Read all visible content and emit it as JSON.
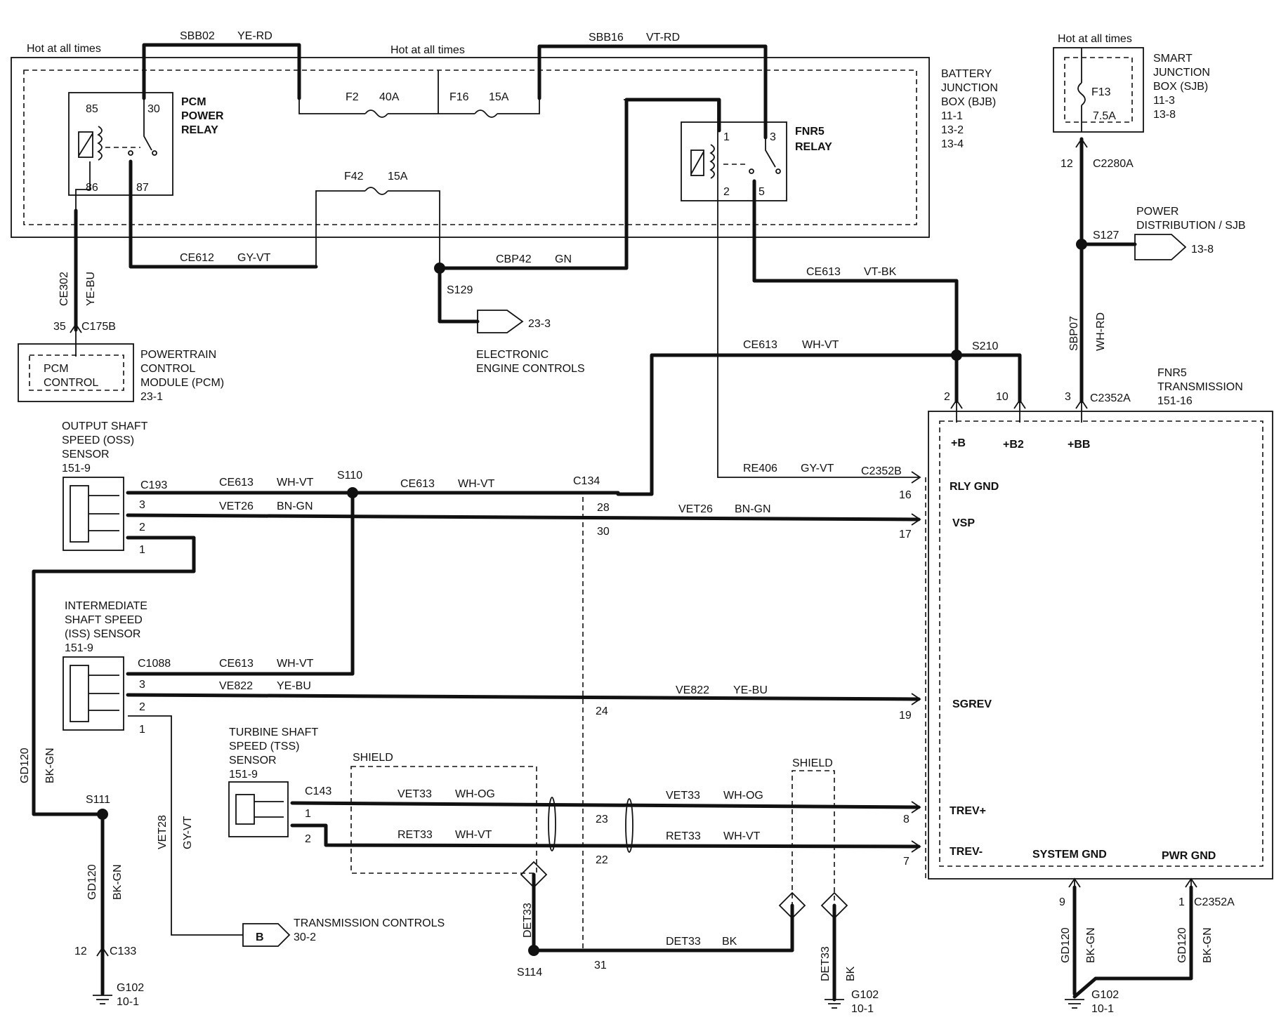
{
  "top": {
    "hot_left": "Hot at all times",
    "hot_mid": "Hot at all times",
    "hot_right": "Hot at all times",
    "sbb02": "SBB02",
    "sbb02_color": "YE-RD",
    "sbb16": "SBB16",
    "sbb16_color": "VT-RD"
  },
  "bjb": {
    "label": [
      "BATTERY",
      "JUNCTION",
      "BOX (BJB)",
      "11-1",
      "13-2",
      "13-4"
    ],
    "f2": "F2",
    "f2_amp": "40A",
    "f16": "F16",
    "f16_amp": "15A",
    "f42": "F42",
    "f42_amp": "15A"
  },
  "pcm_relay": {
    "label": [
      "PCM",
      "POWER",
      "RELAY"
    ],
    "p85": "85",
    "p30": "30",
    "p86": "86",
    "p87": "87"
  },
  "fnr5_relay": {
    "label": [
      "FNR5",
      "RELAY"
    ],
    "p1": "1",
    "p3": "3",
    "p2": "2",
    "p5": "5"
  },
  "sjb": {
    "label": [
      "SMART",
      "JUNCTION",
      "BOX (SJB)",
      "11-3",
      "13-8"
    ],
    "fuse": "F13",
    "amp": "7.5A",
    "pin": "12",
    "conn": "C2280A"
  },
  "power_dist": {
    "label": [
      "POWER",
      "DISTRIBUTION / SJB"
    ],
    "ref": "13-8",
    "splice": "S127",
    "wire": "SBP07",
    "color": "WH-RD"
  },
  "ce612": {
    "wire": "CE612",
    "color": "GY-VT"
  },
  "cbp42": {
    "wire": "CBP42",
    "color": "GN",
    "splice": "S129",
    "ref": "23-3",
    "label": [
      "ELECTRONIC",
      "ENGINE CONTROLS"
    ]
  },
  "ce613_top": {
    "wire": "CE613",
    "color": "VT-BK"
  },
  "ce613_mid": {
    "wire": "CE613",
    "color": "WH-VT",
    "splice": "S210"
  },
  "ce302": {
    "wire": "CE302",
    "color": "YE-BU",
    "pin": "35",
    "conn": "C175B"
  },
  "pcm": {
    "inner": [
      "PCM",
      "CONTROL"
    ],
    "label": [
      "POWERTRAIN",
      "CONTROL",
      "MODULE (PCM)",
      "23-1"
    ]
  },
  "fnr5": {
    "label": [
      "FNR5",
      "TRANSMISSION",
      "151-16"
    ],
    "p2": "2",
    "p10": "10",
    "p3": "3",
    "conn_top": "C2352A",
    "pb": "+B",
    "pb2": "+B2",
    "pbb": "+BB",
    "rly_gnd": "RLY GND",
    "vsp": "VSP",
    "sgrev": "SGREV",
    "trevp": "TREV+",
    "trevm": "TREV-",
    "sys_gnd": "SYSTEM GND",
    "pwr_gnd": "PWR GND",
    "p16": "16",
    "p17": "17",
    "p19": "19",
    "p8": "8",
    "p7": "7",
    "p9": "9",
    "p1": "1",
    "conn_bot": "C2352A"
  },
  "re406": {
    "wire": "RE406",
    "color": "GY-VT",
    "conn": "C2352B"
  },
  "oss": {
    "label": [
      "OUTPUT SHAFT",
      "SPEED (OSS)",
      "SENSOR",
      "151-9"
    ],
    "conn": "C193",
    "p3": "3",
    "p2": "2",
    "p1": "1"
  },
  "oss_w1": {
    "wire": "CE613",
    "color": "WH-VT",
    "splice": "S110"
  },
  "oss_w1b": {
    "wire": "CE613",
    "color": "WH-VT",
    "conn": "C134"
  },
  "vet26a": {
    "wire": "VET26",
    "color": "BN-GN"
  },
  "vet26b": {
    "wire": "VET26",
    "color": "BN-GN",
    "p28": "28",
    "p30": "30"
  },
  "iss": {
    "label": [
      "INTERMEDIATE",
      "SHAFT SPEED",
      "(ISS) SENSOR",
      "151-9"
    ],
    "conn": "C1088",
    "p3": "3",
    "p2": "2",
    "p1": "1"
  },
  "iss_w1": {
    "wire": "CE613",
    "color": "WH-VT"
  },
  "ve822a": {
    "wire": "VE822",
    "color": "YE-BU"
  },
  "ve822b": {
    "wire": "VE822",
    "color": "YE-BU",
    "p24": "24"
  },
  "tss": {
    "label": [
      "TURBINE SHAFT",
      "SPEED (TSS)",
      "SENSOR",
      "151-9"
    ],
    "conn": "C143",
    "p1": "1",
    "p2": "2"
  },
  "shield1": "SHIELD",
  "shield2": "SHIELD",
  "vet33a": {
    "wire": "VET33",
    "color": "WH-OG"
  },
  "vet33b": {
    "wire": "VET33",
    "color": "WH-OG",
    "p23": "23"
  },
  "ret33a": {
    "wire": "RET33",
    "color": "WH-VT"
  },
  "ret33b": {
    "wire": "RET33",
    "color": "WH-VT",
    "p22": "22"
  },
  "det33": {
    "wire": "DET33",
    "splice": "S114",
    "p31": "31",
    "wire2": "DET33",
    "color2": "BK",
    "wire3": "DET33",
    "color3": "BK"
  },
  "gd120_left": {
    "wire": "GD120",
    "color": "BK-GN",
    "splice": "S111",
    "wire2": "GD120",
    "color2": "BK-GN",
    "pin": "12",
    "conn": "C133",
    "ground": "G102",
    "ref": "10-1"
  },
  "vet28": {
    "wire": "VET28",
    "color": "GY-VT",
    "tag": "B",
    "label": "TRANSMISSION CONTROLS",
    "ref": "30-2"
  },
  "g102_mid": {
    "ground": "G102",
    "ref": "10-1"
  },
  "g102_right": {
    "ground": "G102",
    "ref": "10-1",
    "wire": "GD120",
    "color": "BK-GN",
    "wire2": "GD120",
    "color2": "BK-GN"
  }
}
